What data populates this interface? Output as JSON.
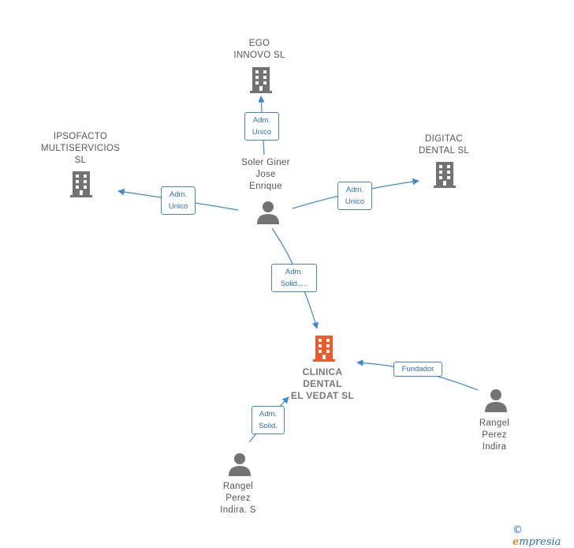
{
  "nodes": {
    "ego": {
      "name": "EGO\nINNOVO  SL",
      "type": "company"
    },
    "ipsofacto": {
      "name": "IPSOFACTO\nMULTISERVICIOS\nSL",
      "type": "company"
    },
    "digitac": {
      "name": "DIGITAC\nDENTAL SL",
      "type": "company"
    },
    "soler": {
      "name": "Soler Giner\nJose\nEnrique",
      "type": "person"
    },
    "clinica": {
      "name": "CLINICA\nDENTAL\nEL VEDAT  SL",
      "type": "company",
      "highlighted": true
    },
    "rangel_indira": {
      "name": "Rangel\nPerez\nIndira",
      "type": "person"
    },
    "rangel_indira_s": {
      "name": "Rangel\nPerez\nIndira.  S",
      "type": "person"
    }
  },
  "edges": [
    {
      "from": "soler",
      "to": "ego",
      "label": "Adm.\nUnico"
    },
    {
      "from": "soler",
      "to": "ipsofacto",
      "label": "Adm.\nUnico"
    },
    {
      "from": "soler",
      "to": "digitac",
      "label": "Adm.\nUnico"
    },
    {
      "from": "soler",
      "to": "clinica",
      "label": "Adm.\nSolid.,..."
    },
    {
      "from": "rangel_indira",
      "to": "clinica",
      "label": "Fundador"
    },
    {
      "from": "rangel_indira_s",
      "to": "clinica",
      "label": "Adm.\nSolid."
    }
  ],
  "colors": {
    "company_icon": "#737373",
    "highlight_icon": "#f05a28",
    "person_icon": "#737373",
    "edge": "#3f88d0"
  },
  "brand": {
    "copyright": "©",
    "name_initial": "e",
    "name_rest": "mpresia"
  }
}
